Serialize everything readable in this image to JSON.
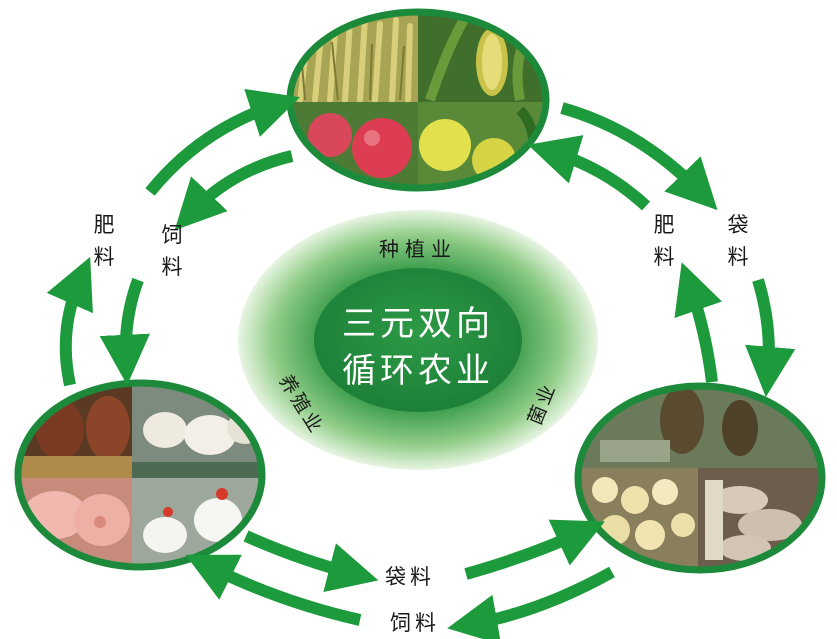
{
  "center": {
    "title_line1": "三元双向",
    "title_line2": "循环农业",
    "ring_label_top": "种植业",
    "ring_label_left": "养殖业",
    "ring_label_right": "菌业"
  },
  "nodes": {
    "planting": {
      "photos": [
        "wheat",
        "corn",
        "red-apples",
        "green-apples"
      ]
    },
    "breeding": {
      "photos": [
        "cattle",
        "sheep",
        "pigs",
        "chickens"
      ]
    },
    "fungi": {
      "photos": [
        "morels",
        "white-mushrooms",
        "oyster-mushrooms"
      ]
    }
  },
  "flow_labels": {
    "left_outer": [
      "肥",
      "料"
    ],
    "left_inner": [
      "饲",
      "料"
    ],
    "right_inner": [
      "肥",
      "料"
    ],
    "right_outer": [
      "袋",
      "料"
    ],
    "bottom_upper": "袋料",
    "bottom_lower": "饲料"
  },
  "colors": {
    "arrow_green": "#1c9a3c",
    "ring_dark": "#1f8a3b",
    "ring_light": "#d9efd4",
    "text_dark": "#1a1a1a"
  }
}
